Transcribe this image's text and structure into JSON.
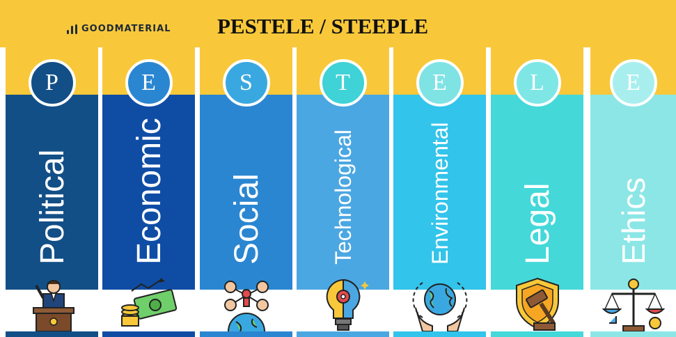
{
  "header": {
    "brand": "GOODMATERIAL",
    "title": "PESTELE / STEEPLE"
  },
  "columns": [
    {
      "letter": "P",
      "label": "Political",
      "color": "#124f87",
      "circle": "#124f87",
      "icon": "podium-speaker-icon"
    },
    {
      "letter": "E",
      "label": "Economic",
      "color": "#0f4da5",
      "circle": "#2b86d1",
      "icon": "money-growth-icon"
    },
    {
      "letter": "S",
      "label": "Social",
      "color": "#2b86d1",
      "circle": "#3aa8e0",
      "icon": "people-network-globe-icon"
    },
    {
      "letter": "T",
      "label": "Technological",
      "color": "#4ba7e2",
      "circle": "#3fd2d6",
      "icon": "idea-gear-bulb-icon"
    },
    {
      "letter": "E",
      "label": "Environmental",
      "color": "#32c4ea",
      "circle": "#7fe3e4",
      "icon": "hands-globe-icon"
    },
    {
      "letter": "L",
      "label": "Legal",
      "color": "#44d8d9",
      "circle": "#7fe6e6",
      "icon": "gavel-shield-icon"
    },
    {
      "letter": "E",
      "label": "Ethics",
      "color": "#8ce6e6",
      "circle": "#a9eeee",
      "icon": "scales-balance-icon"
    }
  ]
}
